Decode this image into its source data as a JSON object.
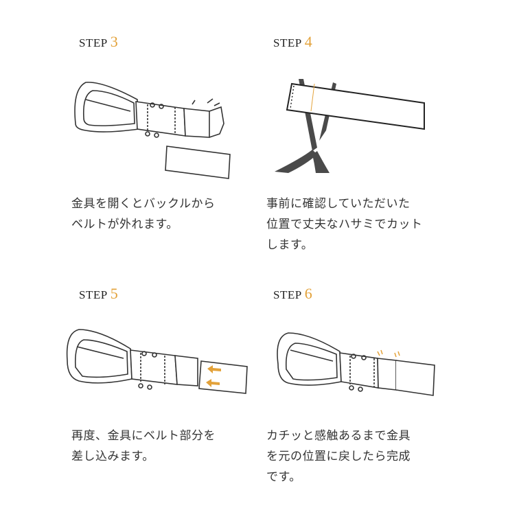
{
  "accent_color": "#E3A23A",
  "steps": [
    {
      "label": "STEP",
      "number": "3",
      "description": "金具を開くとバックルから\nベルトが外れます。",
      "illustration": "buckle-open-belt-removed"
    },
    {
      "label": "STEP",
      "number": "4",
      "description": "事前に確認していただいた\n位置で丈夫なハサミでカット\nします。",
      "illustration": "scissors-cutting-belt"
    },
    {
      "label": "STEP",
      "number": "5",
      "description": "再度、金具にベルト部分を\n差し込みます。",
      "illustration": "belt-inserted-into-buckle"
    },
    {
      "label": "STEP",
      "number": "6",
      "description": "カチッと感触あるまで金具\nを元の位置に戻したら完成\nです。",
      "illustration": "buckle-closed-complete"
    }
  ]
}
